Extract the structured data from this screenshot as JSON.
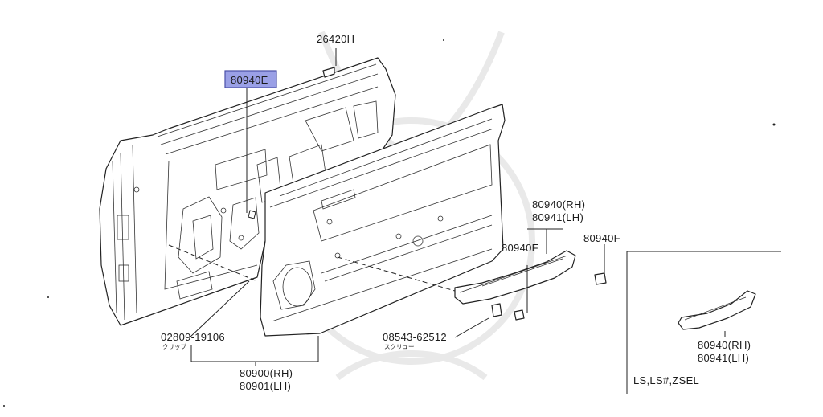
{
  "diagram": {
    "callouts": {
      "molding": "26420H",
      "clip_top": "80940E",
      "armrest_rh_lh": {
        "rh": "80940(RH)",
        "lh": "80941(LH)"
      },
      "cap_left": "80940F",
      "cap_right": "80940F",
      "clip_bottom": {
        "code": "02809-19106",
        "note": "クリップ"
      },
      "screw": {
        "code": "08543-62512",
        "note": "スクリュー"
      },
      "trim_panel": {
        "rh": "80900(RH)",
        "lh": "80901(LH)"
      },
      "inset_armrest": {
        "rh": "80940(RH)",
        "lh": "80941(LH)"
      }
    },
    "inset_caption": "LS,LS#,ZSEL",
    "highlight_color": "#9aa0e6"
  }
}
